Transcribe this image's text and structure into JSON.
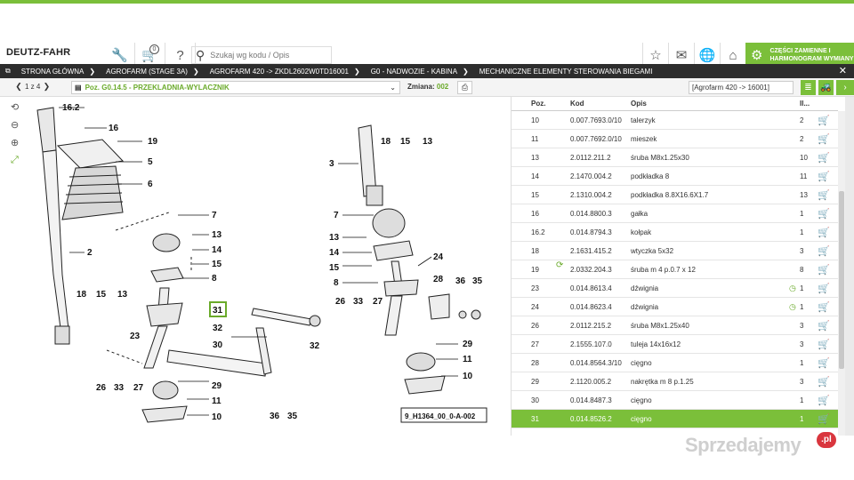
{
  "header": {
    "logo": "DEUTZ-FAHR",
    "cart_count": "0",
    "search_placeholder": "Szukaj wg kodu / Opis",
    "spare_parts_btn": "CZĘŚCI ZAMIENNE I HARMONOGRAM WYMIANY"
  },
  "breadcrumb": [
    "STRONA GŁÓWNA",
    "AGROFARM (STAGE 3A)",
    "AGROFARM 420 -> ZKDL2602W0TD16001",
    "G0 - NADWOZIE - KABINA",
    "MECHANICZNE ELEMENTY STEROWANIA BIEGAMI"
  ],
  "subbar": {
    "pager": "1 z 4",
    "position": "Poz. G0.14.5 - PRZEKLADNIA-WYLACZNIK",
    "zmiana_label": "Zmiana:",
    "zmiana_value": "002",
    "model": "[Agrofarm 420 -> 16001]"
  },
  "diagram": {
    "ref_code": "9_H1364_00_0-A-002",
    "highlight_label": "31"
  },
  "table": {
    "headers": {
      "poz": "Poz.",
      "kod": "Kod",
      "opis": "Opis",
      "il": "Il..."
    },
    "rows": [
      {
        "poz": "10",
        "kod": "0.007.7693.0/10",
        "opis": "talerzyk",
        "il": "2"
      },
      {
        "poz": "11",
        "kod": "0.007.7692.0/10",
        "opis": "mieszek",
        "il": "2"
      },
      {
        "poz": "13",
        "kod": "2.0112.211.2",
        "opis": "śruba M8x1.25x30",
        "il": "10"
      },
      {
        "poz": "14",
        "kod": "2.1470.004.2",
        "opis": "podkładka 8",
        "il": "11"
      },
      {
        "poz": "15",
        "kod": "2.1310.004.2",
        "opis": "podkładka 8.8X16.6X1.7",
        "il": "13"
      },
      {
        "poz": "16",
        "kod": "0.014.8800.3",
        "opis": "gałka",
        "il": "1"
      },
      {
        "poz": "16.2",
        "kod": "0.014.8794.3",
        "opis": "kołpak",
        "il": "1"
      },
      {
        "poz": "18",
        "kod": "2.1631.415.2",
        "opis": "wtyczka 5x32",
        "il": "3"
      },
      {
        "poz": "19",
        "kod": "2.0332.204.3",
        "opis": "śruba m 4 p.0.7 x 12",
        "il": "8"
      },
      {
        "poz": "23",
        "kod": "0.014.8613.4",
        "opis": "dźwignia",
        "il": "1"
      },
      {
        "poz": "24",
        "kod": "0.014.8623.4",
        "opis": "dźwignia",
        "il": "1"
      },
      {
        "poz": "26",
        "kod": "2.0112.215.2",
        "opis": "śruba M8x1.25x40",
        "il": "3"
      },
      {
        "poz": "27",
        "kod": "2.1555.107.0",
        "opis": "tuleja 14x16x12",
        "il": "3"
      },
      {
        "poz": "28",
        "kod": "0.014.8564.3/10",
        "opis": "cięgno",
        "il": "1"
      },
      {
        "poz": "29",
        "kod": "2.1120.005.2",
        "opis": "nakrętka m 8 p.1.25",
        "il": "3"
      },
      {
        "poz": "30",
        "kod": "0.014.8487.3",
        "opis": "cięgno",
        "il": "1"
      },
      {
        "poz": "31",
        "kod": "0.014.8526.2",
        "opis": "cięgno",
        "il": "1"
      }
    ]
  },
  "watermark": {
    "text": "Sprzedajemy",
    "badge": ".pl"
  },
  "colors": {
    "accent": "#7bbf3a",
    "dark_bar": "#2d2d2d"
  }
}
